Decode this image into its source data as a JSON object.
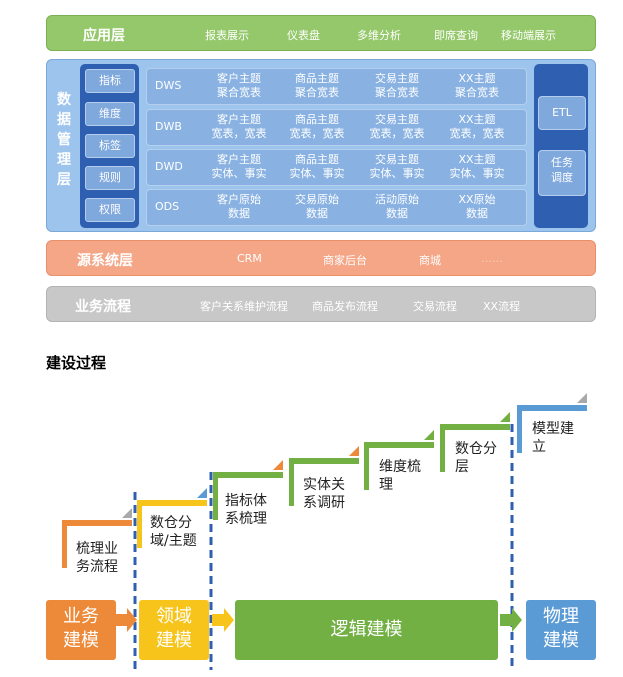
{
  "architecture": {
    "app_layer": {
      "title": "应用层",
      "items": [
        "报表展示",
        "仪表盘",
        "多维分析",
        "即席查询",
        "移动端展示"
      ]
    },
    "data_layer": {
      "title": "数据管理层",
      "left_tags": [
        "指标",
        "维度",
        "标签",
        "规则",
        "权限"
      ],
      "rows": [
        {
          "code": "DWS",
          "cells": [
            [
              "客户主题",
              "聚合宽表"
            ],
            [
              "商品主题",
              "聚合宽表"
            ],
            [
              "交易主题",
              "聚合宽表"
            ],
            [
              "XX主题",
              "聚合宽表"
            ]
          ]
        },
        {
          "code": "DWB",
          "cells": [
            [
              "客户主题",
              "宽表，宽表"
            ],
            [
              "商品主题",
              "宽表，宽表"
            ],
            [
              "交易主题",
              "宽表，宽表"
            ],
            [
              "XX主题",
              "宽表，宽表"
            ]
          ]
        },
        {
          "code": "DWD",
          "cells": [
            [
              "客户主题",
              "实体、事实"
            ],
            [
              "商品主题",
              "实体、事实"
            ],
            [
              "交易主题",
              "实体、事实"
            ],
            [
              "XX主题",
              "实体、事实"
            ]
          ]
        },
        {
          "code": "ODS",
          "cells": [
            [
              "客户原始",
              "数据"
            ],
            [
              "交易原始",
              "数据"
            ],
            [
              "活动原始",
              "数据"
            ],
            [
              "XX原始",
              "数据"
            ]
          ]
        }
      ],
      "right_items": [
        "ETL",
        "任务\n调度"
      ]
    },
    "source_layer": {
      "title": "源系统层",
      "items": [
        "CRM",
        "商家后台",
        "商城",
        "……"
      ]
    },
    "business_layer": {
      "title": "业务流程",
      "items": [
        "客户关系维护流程",
        "商品发布流程",
        "交易流程",
        "XX流程"
      ]
    }
  },
  "process": {
    "title": "建设过程",
    "steps": [
      {
        "text": "梳理业\n务流程",
        "color": "#ec8a3a"
      },
      {
        "text": "数仓分\n域/主题",
        "color": "#f6c41a"
      },
      {
        "text": "指标体\n系梳理",
        "color": "#72b043"
      },
      {
        "text": "实体关\n系调研",
        "color": "#72b043"
      },
      {
        "text": "维度梳\n理",
        "color": "#72b043"
      },
      {
        "text": "数仓分\n层",
        "color": "#72b043"
      },
      {
        "text": "模型建\n立",
        "color": "#5b9bd5"
      }
    ],
    "phases": [
      {
        "label": "业务\n建模",
        "color": "#ec8a3a"
      },
      {
        "label": "领域\n建模",
        "color": "#f6c41a"
      },
      {
        "label": "逻辑建模",
        "color": "#72b043"
      },
      {
        "label": "物理\n建模",
        "color": "#5b9bd5"
      }
    ],
    "dashed_color": "#2f5fb0"
  }
}
